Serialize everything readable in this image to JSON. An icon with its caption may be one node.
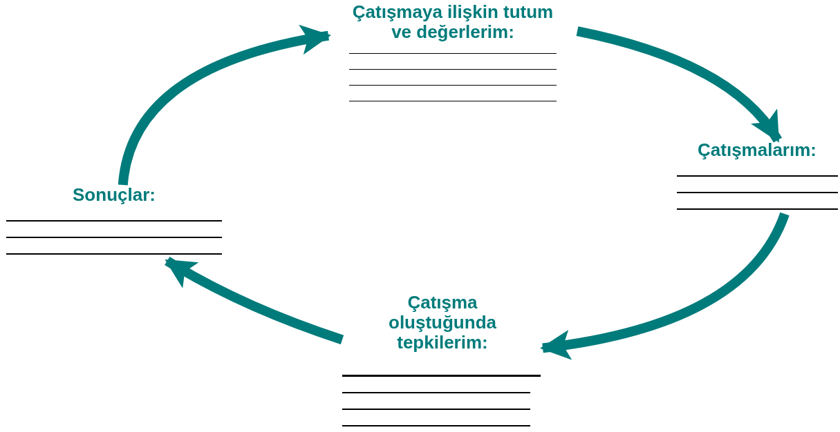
{
  "diagram": {
    "nodes": [
      {
        "text": [
          "Çatışmaya ilişkin tutum ve değerlerim:"
        ]
      },
      {
        "text": [
          "Çatışmalarım:"
        ]
      },
      {
        "text": [
          "Çatışma oluştuğunda tepkilerim:"
        ]
      },
      {
        "text": [
          "Sonuçlar:"
        ]
      }
    ],
    "edges": [
      {
        "from": 3,
        "to": 0,
        "arrow": "to"
      },
      {
        "from": 0,
        "to": 1,
        "arrow": "to"
      },
      {
        "from": 1,
        "to": 2,
        "arrow": "to"
      },
      {
        "from": 2,
        "to": 3,
        "arrow": "to"
      }
    ]
  }
}
